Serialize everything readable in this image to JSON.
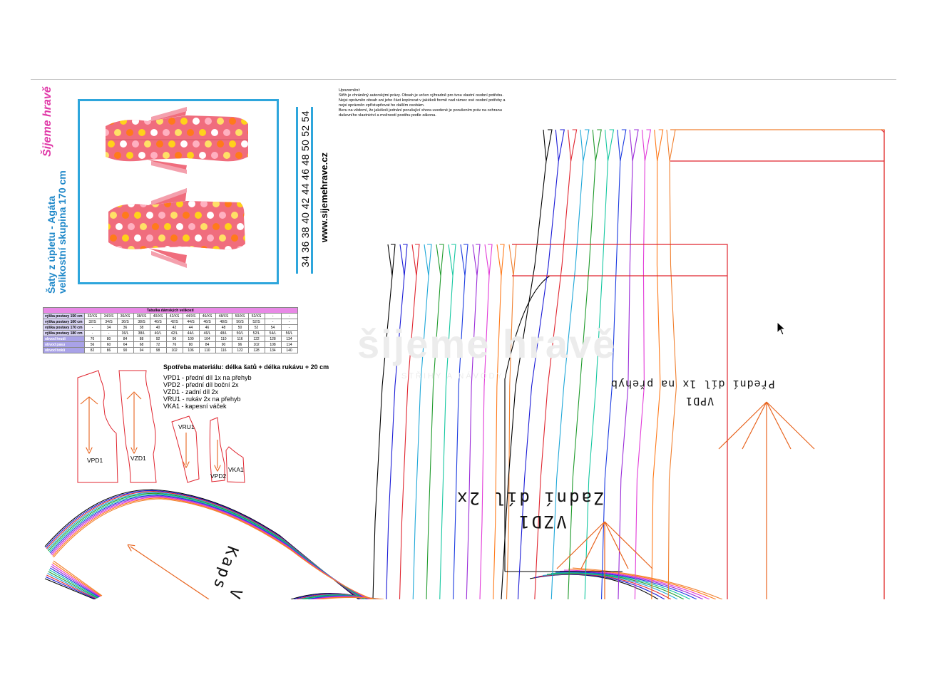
{
  "brand": "Šijeme hravě",
  "title": {
    "line1": "Šaty z úpletu - Agáta",
    "line2": "velikostní skupina 170 cm"
  },
  "sizes": "34  36  38  40  42  44  46  48  50  52  54",
  "website": "www.sijemehrave.cz",
  "notice": [
    "Upozornění:",
    "Střih je chráněný autorskými právy. Obsah je určen výhradně pro tvou vlastní osobní potřebu.",
    "Nejsi oprávněn obsah ani jeho část kopírovat v jakékoli formě nad rámec své osobní potřeby a",
    "nejsi oprávněn zpřístupňovat ho dalším osobám.",
    "Beru na vědomí, že jakékoli jednání porušující shora uvedené je porušením práv na ochranu",
    "duševního vlastnictví a možností postihu podle zákona."
  ],
  "size_table": {
    "caption": "Tabulka dámských velikostí",
    "rows": [
      {
        "label": "výška postavy 150 cm",
        "values": [
          "32/XS",
          "34/XS",
          "36/XS",
          "38/XS",
          "40/XS",
          "42/XS",
          "44/XS",
          "46/XS",
          "48/XS",
          "50/XS",
          "52/XS",
          "-",
          "-"
        ]
      },
      {
        "label": "výška postavy 160 cm",
        "values": [
          "32/S",
          "34/S",
          "36/S",
          "38/S",
          "40/S",
          "42/S",
          "44/S",
          "46/S",
          "48/S",
          "50/S",
          "52/S",
          "-",
          "-"
        ]
      },
      {
        "label": "výška postavy 170 cm",
        "values": [
          "-",
          "34",
          "36",
          "38",
          "40",
          "42",
          "44",
          "46",
          "48",
          "50",
          "52",
          "54",
          "-"
        ]
      },
      {
        "label": "výška postavy 180 cm",
        "values": [
          "-",
          "-",
          "36/L",
          "38/L",
          "40/L",
          "42/L",
          "44/L",
          "46/L",
          "48/L",
          "50/L",
          "52/L",
          "54/L",
          "56/L"
        ]
      },
      {
        "label": "obvod hrudi",
        "values": [
          "76",
          "80",
          "84",
          "88",
          "92",
          "96",
          "100",
          "104",
          "110",
          "116",
          "122",
          "128",
          "134"
        ]
      },
      {
        "label": "obvod pasu",
        "values": [
          "56",
          "60",
          "64",
          "68",
          "72",
          "76",
          "80",
          "84",
          "90",
          "96",
          "102",
          "108",
          "114"
        ]
      },
      {
        "label": "obvod boků",
        "values": [
          "82",
          "86",
          "90",
          "94",
          "98",
          "102",
          "106",
          "110",
          "116",
          "122",
          "128",
          "134",
          "140"
        ]
      }
    ]
  },
  "consumption": {
    "heading": "Spotřeba materiálu: délka šatů + délka rukávu + 20 cm",
    "items": [
      "VPD1 - přední díl 1x na přehyb",
      "VPD2 - přední díl boční 2x",
      "VZD1 - zadní díl 2x",
      "VRU1 - rukáv 2x na přehyb",
      "VKA1 - kapesní váček"
    ]
  },
  "piece_labels": {
    "vpd1": "VPD1",
    "vzd1": "VZD1",
    "vru1": "VRU1",
    "vpd2": "VPD2",
    "vka1": "VKA1"
  },
  "pattern_text": {
    "front_title": "Přední díl 1x na přehyb",
    "front_code": "VPD1",
    "back_title": "Zadní díl 2x",
    "back_code": "VZD1",
    "pocket": "Kaps",
    "pocket_code": "V"
  },
  "watermark": {
    "main": "šijeme hravě",
    "sub": "STŘIHY A NÁVODY"
  },
  "colors": {
    "accent_blue": "#2ea6dc",
    "brand_pink": "#e03aa8",
    "table_header": "#e889e6",
    "size_lines": [
      "#000000",
      "#1a1ad6",
      "#e0252f",
      "#1ea7d8",
      "#1f9a2b",
      "#14c7a0",
      "#1a3ae0",
      "#9a2ad8",
      "#e23ad8",
      "#ff7a1a",
      "#f08030"
    ]
  }
}
